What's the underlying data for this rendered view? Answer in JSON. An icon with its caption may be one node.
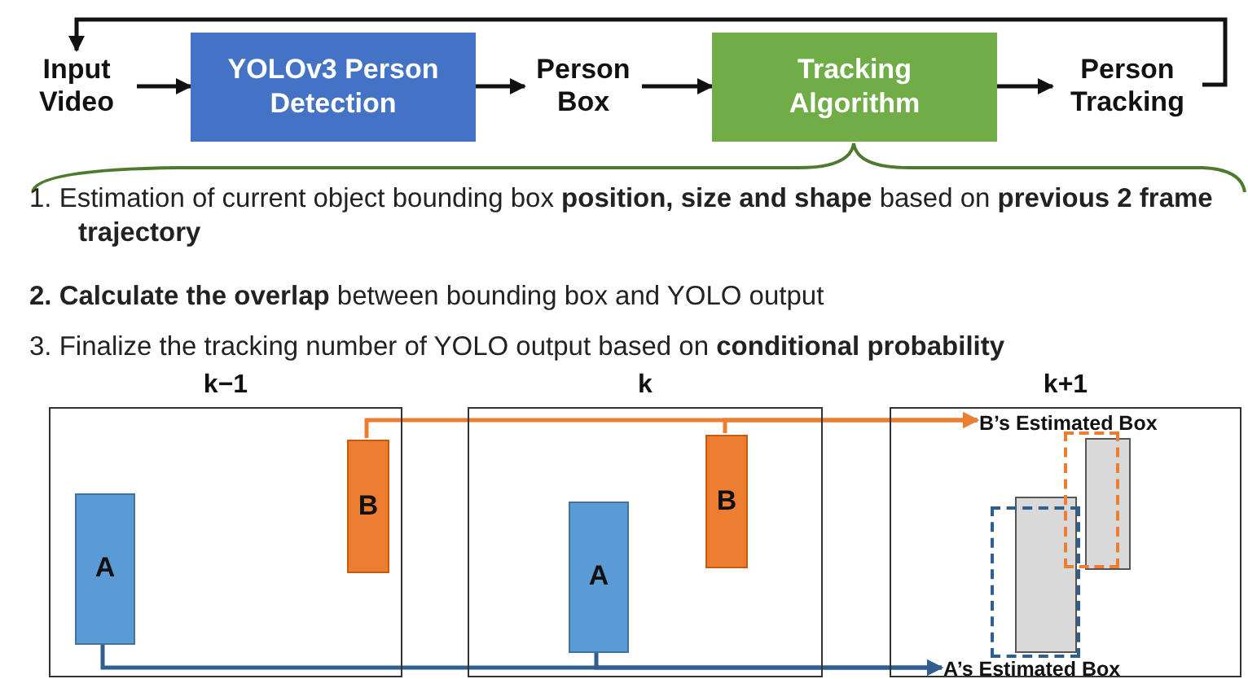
{
  "diagram": {
    "nodes": [
      {
        "text": [
          "Input Video"
        ]
      },
      {
        "text": [
          "YOLOv3 Person Detection"
        ]
      },
      {
        "text": [
          "Person Box"
        ]
      },
      {
        "text": [
          "Tracking Algorithm"
        ]
      },
      {
        "text": [
          "Person Tracking"
        ]
      },
      {
        "text": [
          "k−1"
        ]
      },
      {
        "text": [
          "A"
        ],
        "in": 5
      },
      {
        "text": [
          "B"
        ],
        "in": 5
      },
      {
        "text": [
          "k"
        ]
      },
      {
        "text": [
          "A"
        ],
        "in": 8
      },
      {
        "text": [
          "B"
        ],
        "in": 8
      },
      {
        "text": [
          "k+1"
        ]
      },
      {
        "text": [
          "B’s Estimated Box"
        ],
        "in": 11
      },
      {
        "text": [],
        "shape": "box",
        "in": 11
      },
      {
        "text": [],
        "shape": "box",
        "in": 11
      },
      {
        "text": [],
        "shape": "box",
        "in": 11
      },
      {
        "text": [],
        "shape": "box",
        "in": 11
      },
      {
        "text": [
          "A’s Estimated Box"
        ],
        "in": 11
      }
    ],
    "edges": [
      {
        "from": 0,
        "to": 1,
        "arrow": "to"
      },
      {
        "from": 1,
        "to": 2,
        "arrow": "to"
      },
      {
        "from": 2,
        "to": 3,
        "arrow": "to"
      },
      {
        "from": 3,
        "to": 4,
        "arrow": "to"
      },
      {
        "from": 4,
        "to": 0,
        "arrow": "to"
      },
      {
        "from": 7,
        "to": 12,
        "arrow": "to",
        "color": "#ed7d31"
      },
      {
        "from": 10,
        "to": 12,
        "arrow": "to",
        "color": "#ed7d31"
      },
      {
        "from": 6,
        "to": 17,
        "arrow": "to",
        "color": "#2e5f8e"
      },
      {
        "from": 9,
        "to": 17,
        "arrow": "to",
        "color": "#2e5f8e"
      }
    ],
    "labels": [
      "1. Estimation of current object bounding box **position, size and shape** based on **previous 2 frame trajectory**",
      "**2. Calculate the overlap** between bounding box and YOLO output",
      "3. Finalize the tracking number of YOLO output based on **conditional probability**"
    ]
  }
}
